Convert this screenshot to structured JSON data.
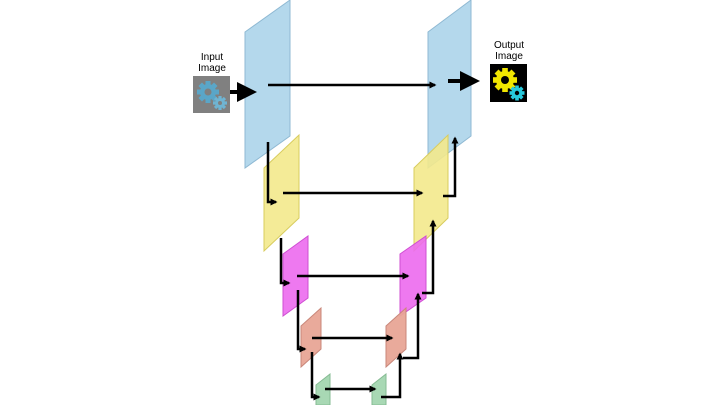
{
  "labels": {
    "input_line1": "Input",
    "input_line2": "Image",
    "output_line1": "Output",
    "output_line2": "Image"
  },
  "colors": {
    "level1": "#b4d8ec",
    "level2": "#f3e98c",
    "level3": "#ec6aee",
    "level4": "#e8a596",
    "level5": "#a8d8b4",
    "arrow": "#000000",
    "input_background": "#808080",
    "input_gear": "#5aa6c8",
    "output_background": "#000000",
    "output_gear_large": "#f0e600",
    "output_gear_small": "#27c9dc"
  },
  "icons": {
    "input": "gear-icon",
    "output": "gear-icon"
  }
}
